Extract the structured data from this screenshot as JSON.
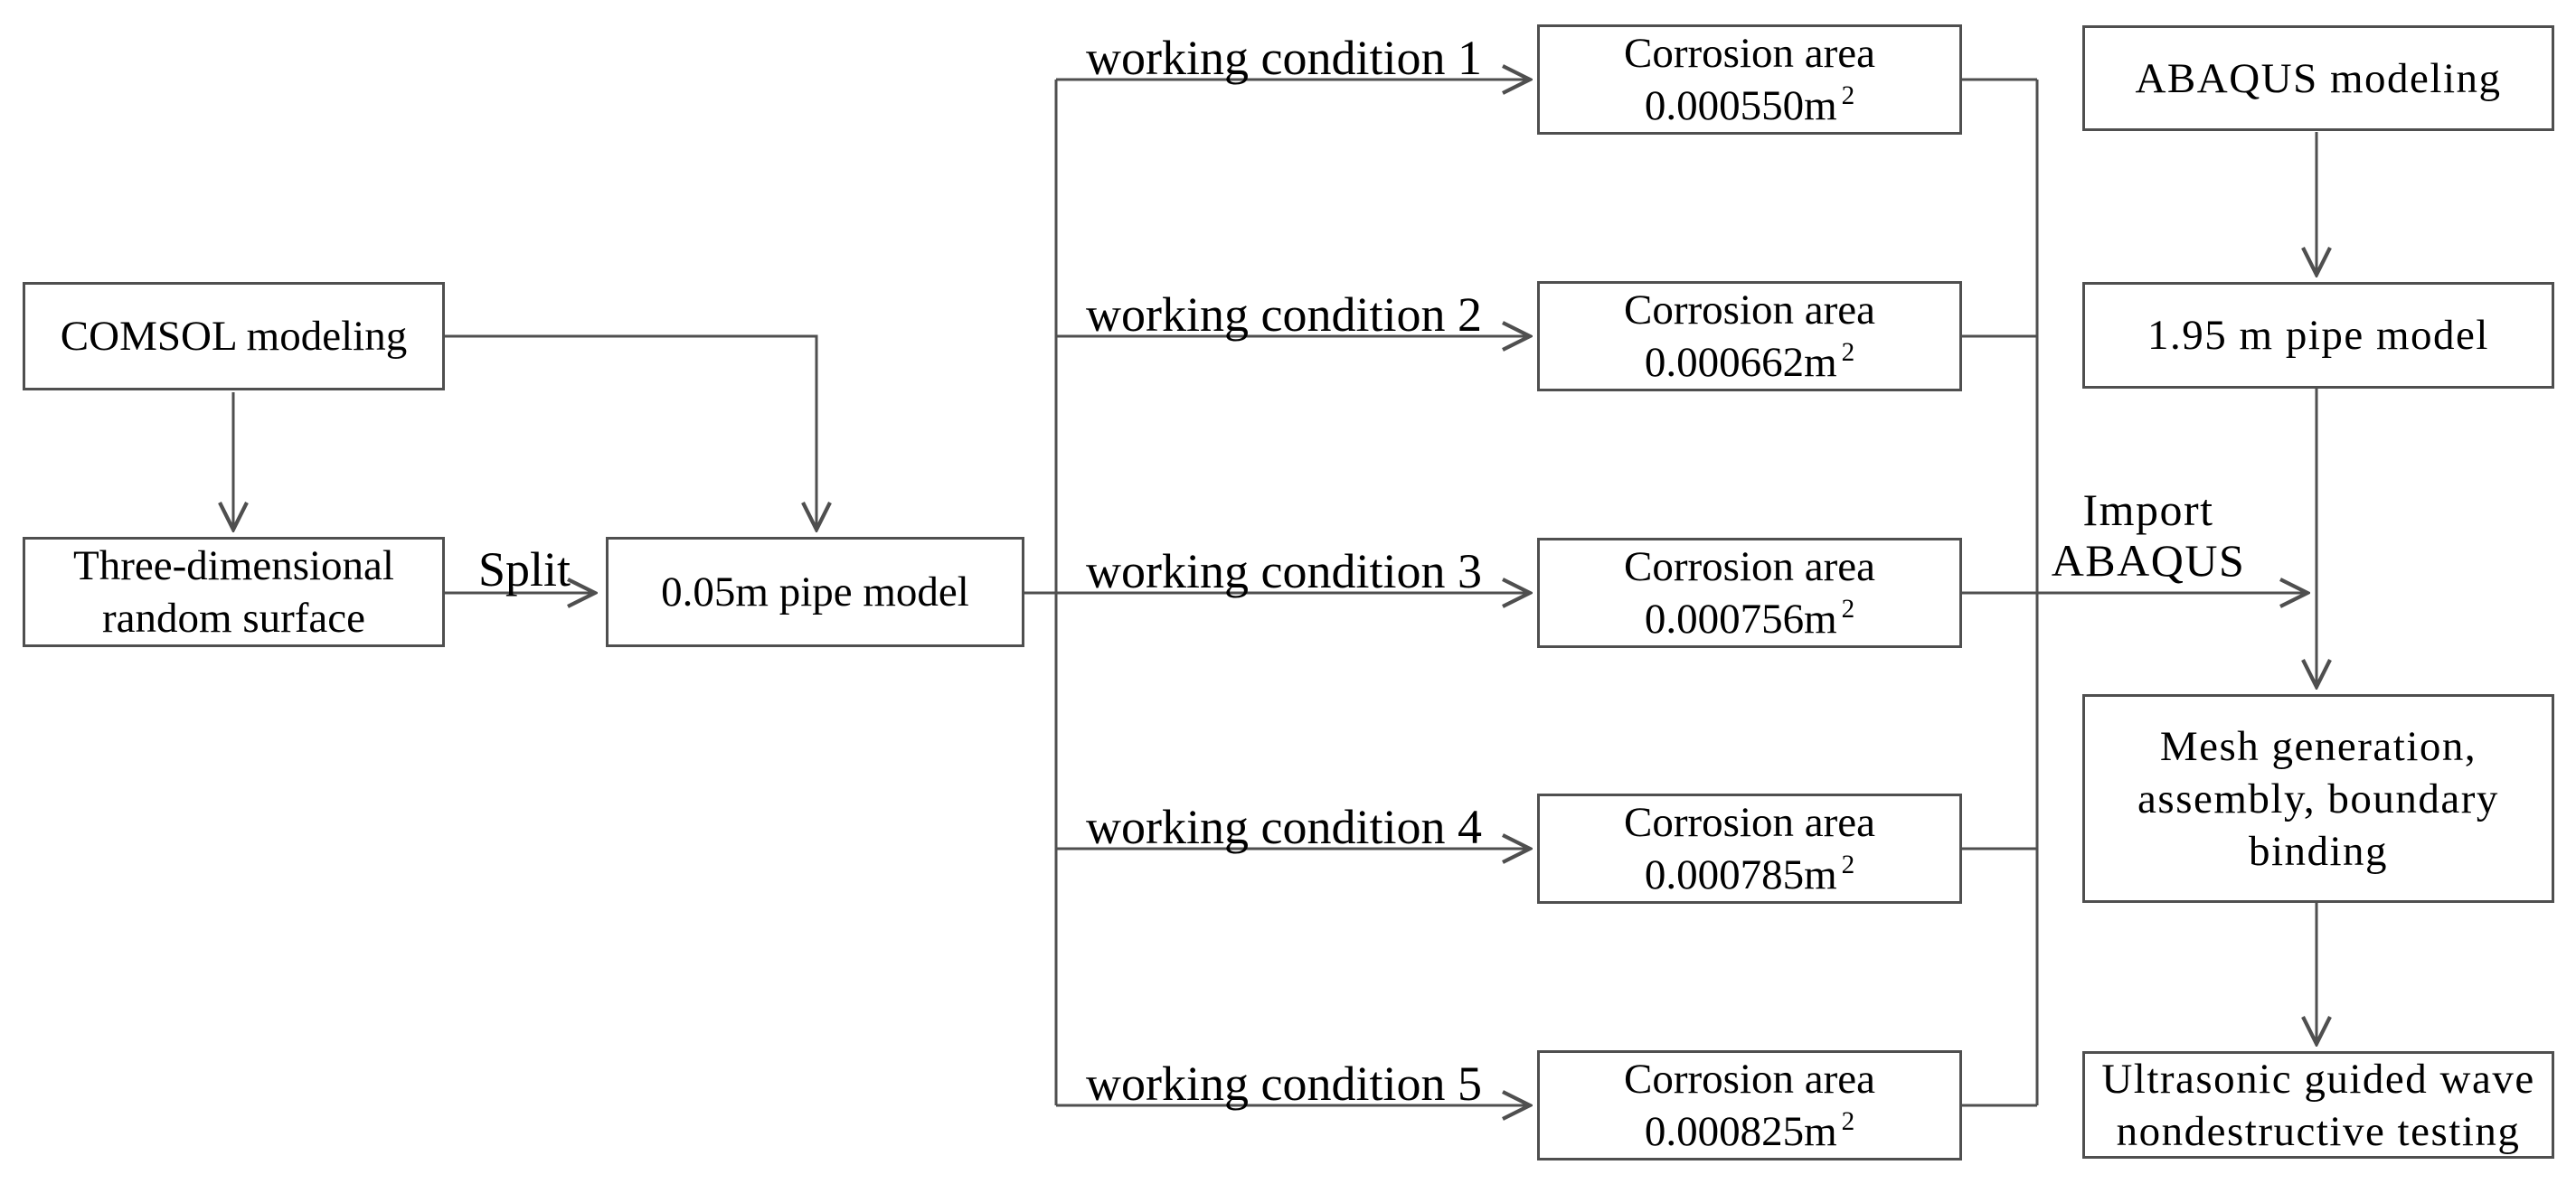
{
  "colors": {
    "line": "#4f4f4f",
    "box_border": "#4f4f4f",
    "text": "#000000",
    "background": "#ffffff"
  },
  "left_flow": {
    "comsol_box": "COMSOL modeling",
    "surface_box": "Three-dimensional random surface",
    "split_label": "Split",
    "pipe_box": "0.05m pipe model"
  },
  "conditions": [
    {
      "label": "working condition 1",
      "title": "Corrosion area",
      "value": "0.000550m",
      "sup": "2"
    },
    {
      "label": "working condition 2",
      "title": "Corrosion area",
      "value": "0.000662m",
      "sup": "2"
    },
    {
      "label": "working condition 3",
      "title": "Corrosion area",
      "value": "0.000756m",
      "sup": "2"
    },
    {
      "label": "working condition 4",
      "title": "Corrosion area",
      "value": "0.000785m",
      "sup": "2"
    },
    {
      "label": "working condition 5",
      "title": "Corrosion area",
      "value": "0.000825m",
      "sup": "2"
    }
  ],
  "import_label": {
    "line1": "Import",
    "line2": "ABAQUS"
  },
  "right_flow": {
    "abaqus_box": "ABAQUS modeling",
    "pipe_box": "1.95 m pipe model",
    "mesh_box": "Mesh generation, assembly, boundary binding",
    "ultrasonic_box": "Ultrasonic guided wave nondestructive testing"
  }
}
